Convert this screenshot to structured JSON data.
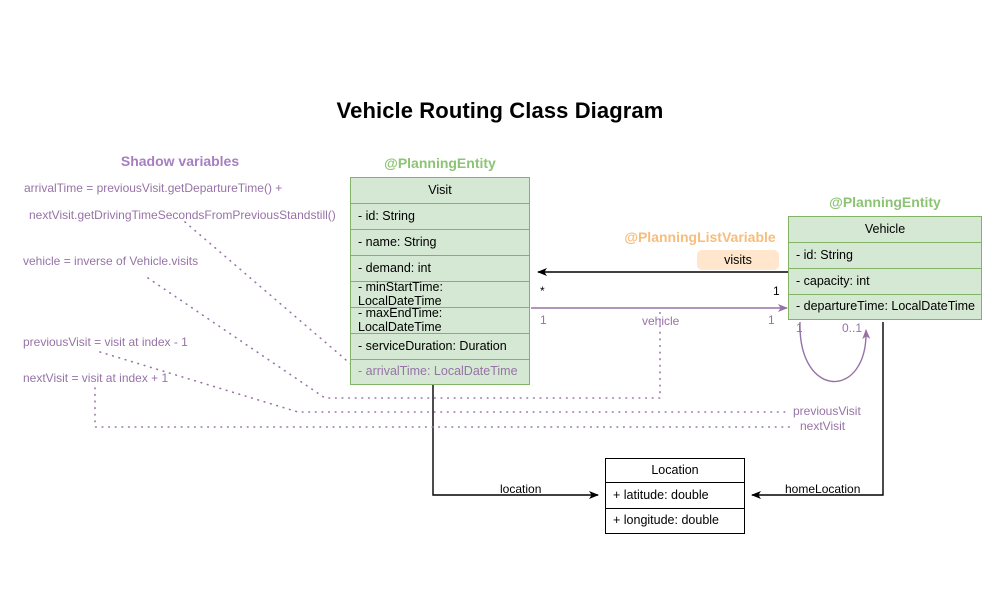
{
  "page": {
    "title": "Vehicle Routing Class Diagram",
    "background": "#ffffff"
  },
  "colors": {
    "entity_fill": "#d5e8d4",
    "entity_stroke": "#82b366",
    "stereotype_green": "#8cc474",
    "stereotype_orange": "#f6bd7c",
    "shadow_purple": "#9673a6",
    "shadow_purple_heading": "#a57fc0",
    "badge_fill": "#ffe6cc",
    "plain_stroke": "#000000"
  },
  "annotations": {
    "planning_entity_visit": "@PlanningEntity",
    "planning_entity_vehicle": "@PlanningEntity",
    "planning_list_variable": "@PlanningListVariable",
    "shadow_variables_heading": "Shadow variables"
  },
  "classes": {
    "visit": {
      "name": "Visit",
      "attributes": [
        {
          "text": "- id: String",
          "shadow": false
        },
        {
          "text": "- name: String",
          "shadow": false
        },
        {
          "text": "- demand: int",
          "shadow": false
        },
        {
          "text": "- minStartTime: LocalDateTime",
          "shadow": false
        },
        {
          "text": "- maxEndTime: LocalDateTime",
          "shadow": false
        },
        {
          "text": "- serviceDuration: Duration",
          "shadow": false
        },
        {
          "text": "- arrivalTime: LocalDateTime",
          "shadow": true
        }
      ]
    },
    "vehicle": {
      "name": "Vehicle",
      "attributes": [
        {
          "text": "- id: String",
          "shadow": false
        },
        {
          "text": "- capacity: int",
          "shadow": false
        },
        {
          "text": "- departureTime: LocalDateTime",
          "shadow": false
        }
      ]
    },
    "location": {
      "name": "Location",
      "attributes": [
        {
          "text": "+ latitude: double",
          "shadow": false
        },
        {
          "text": "+ longitude: double",
          "shadow": false
        }
      ]
    }
  },
  "relations": {
    "visits_label": "visits",
    "vehicle_label": "vehicle",
    "location_label": "location",
    "home_location_label": "homeLocation",
    "previous_visit_label": "previousVisit",
    "next_visit_label": "nextVisit",
    "multiplicity": {
      "visits_source": "*",
      "visits_target": "1",
      "vehicle_source": "1",
      "vehicle_target": "1",
      "self_source": "1",
      "self_target": "0..1"
    }
  },
  "shadow_notes": [
    "arrivalTime = previousVisit.getDepartureTime() +",
    "nextVisit.getDrivingTimeSecondsFromPreviousStandstill()",
    "vehicle = inverse of Vehicle.visits",
    "previousVisit = visit at index - 1",
    "nextVisit = visit at index + 1"
  ]
}
